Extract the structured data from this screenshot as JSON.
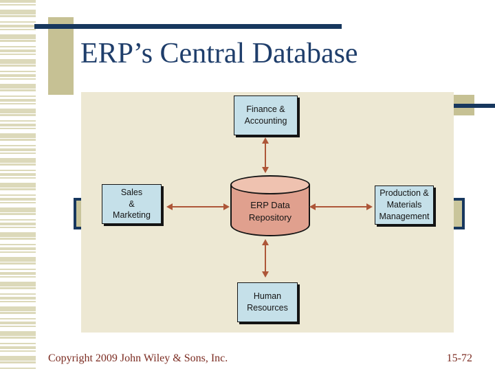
{
  "slide": {
    "title": "ERP’s Central Database",
    "footer": {
      "copyright": "Copyright 2009 John Wiley & Sons, Inc.",
      "slide_number": "15-72"
    }
  },
  "diagram": {
    "center_label": "ERP Data\nRepository",
    "top_label": "Finance &\nAccounting",
    "left_label": "Sales\n&\nMarketing",
    "right_label": "Production &\nMaterials\nManagement",
    "bottom_label": "Human\nResources",
    "connector_style": "double-headed arrow"
  },
  "colors": {
    "navy_accent": "#17375E",
    "title_text": "#1F3E6B",
    "tan_accent": "#C6C194",
    "stripe": "#DCD9BA",
    "panel_background": "#EDE8D3",
    "module_box": "#C5E0E9",
    "cylinder_body": "#E0A08E",
    "cylinder_top": "#EFC2B0",
    "arrow": "#AD5638",
    "footer_text": "#7B2B21"
  }
}
